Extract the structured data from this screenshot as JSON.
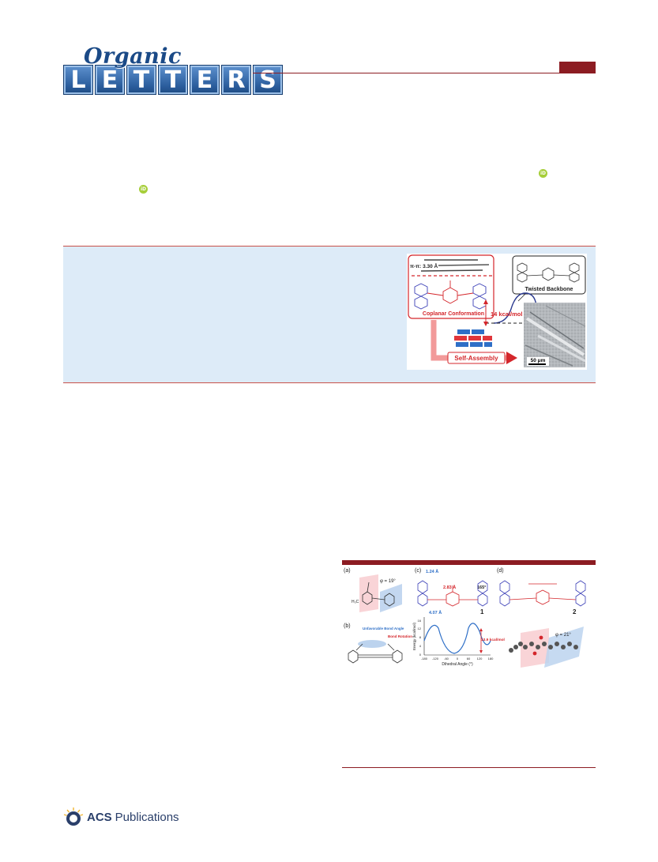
{
  "masthead": {
    "script": "Organic",
    "letters": [
      "L",
      "E",
      "T",
      "T",
      "E",
      "R",
      "S"
    ]
  },
  "toc": {
    "pi_distance": "π-π: 3.30 Å",
    "twisted_label": "Twisted Backbone",
    "coplanar_label": "Coplanar Conformation",
    "energy_label": "14 kcal/mol",
    "self_assembly_label": "Self-Assembly",
    "scale_bar": "50 μm"
  },
  "figure1": {
    "panel_a": "(a)",
    "panel_b": "(b)",
    "panel_c": "(c)",
    "panel_d": "(d)",
    "angle_a": "φ = 19°",
    "unfavorable": "Unfavorable Bond Angle",
    "bond_rotation": "Bond Rotation",
    "dist_1": "1.24 Å",
    "dist_2": "2.83 Å",
    "angle_c": "165°",
    "dist_3": "4.07 Å",
    "compound_1": "1",
    "compound_2": "2",
    "barrier": "13.9 kcal/mol",
    "ylabel": "Energy (kcal/mol)",
    "xlabel": "Dihedral Angle (°)",
    "xticks": [
      "-180",
      "-120",
      "-60",
      "0",
      "60",
      "120",
      "180"
    ],
    "yticks": [
      "16",
      "12",
      "8",
      "4",
      "0"
    ],
    "angle_d": "φ = 21°"
  },
  "publisher": {
    "brand": "ACS",
    "name": "Publications"
  },
  "colors": {
    "accent_red": "#8c1c22",
    "abstract_bg": "#ddebf8",
    "brand_blue": "#1b4a87",
    "orcid": "#a6ce39"
  }
}
